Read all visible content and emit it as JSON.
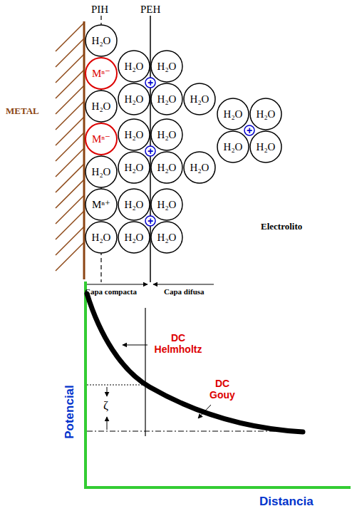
{
  "diagram": {
    "nodes": [
      {
        "text": [
          "H₂O"
        ]
      },
      {
        "text": [
          "Mⁿ⁻"
        ]
      },
      {
        "text": [
          "H₂O"
        ]
      },
      {
        "text": [
          "Mⁿ⁻"
        ]
      },
      {
        "text": [
          "H₂O"
        ]
      },
      {
        "text": [
          "Mⁿ⁺"
        ]
      },
      {
        "text": [
          "H₂O"
        ]
      },
      {
        "text": [
          "H₂O"
        ]
      },
      {
        "text": [
          "H₂O"
        ]
      },
      {
        "text": [
          "H₂O"
        ]
      },
      {
        "text": [
          "H₂O"
        ]
      },
      {
        "text": [
          "+"
        ]
      },
      {
        "text": [
          "H₂O"
        ]
      },
      {
        "text": [
          "H₂O"
        ]
      },
      {
        "text": [
          "H₂O"
        ]
      },
      {
        "text": [
          "H₂O"
        ]
      },
      {
        "text": [
          "H₂O"
        ]
      },
      {
        "text": [
          "+"
        ]
      },
      {
        "text": [
          "H₂O"
        ]
      },
      {
        "text": [
          "H₂O"
        ]
      },
      {
        "text": [
          "H₂O"
        ]
      },
      {
        "text": [
          "H₂O"
        ]
      },
      {
        "text": [
          "H₂O"
        ]
      },
      {
        "text": [
          "+"
        ]
      },
      {
        "text": [
          "H₂O"
        ]
      },
      {
        "text": [
          "H₂O"
        ]
      },
      {
        "text": [
          "H₂O"
        ]
      },
      {
        "text": [
          "H₂O"
        ]
      },
      {
        "text": [
          "+"
        ]
      }
    ],
    "labels": [
      "PIH",
      "PEH",
      "METAL",
      "Electrolito",
      "Capa compacta",
      "Capa difusa",
      "DC Helmholtz",
      "DC Gouy",
      "ζ",
      "Potencial",
      "Distancia"
    ]
  }
}
